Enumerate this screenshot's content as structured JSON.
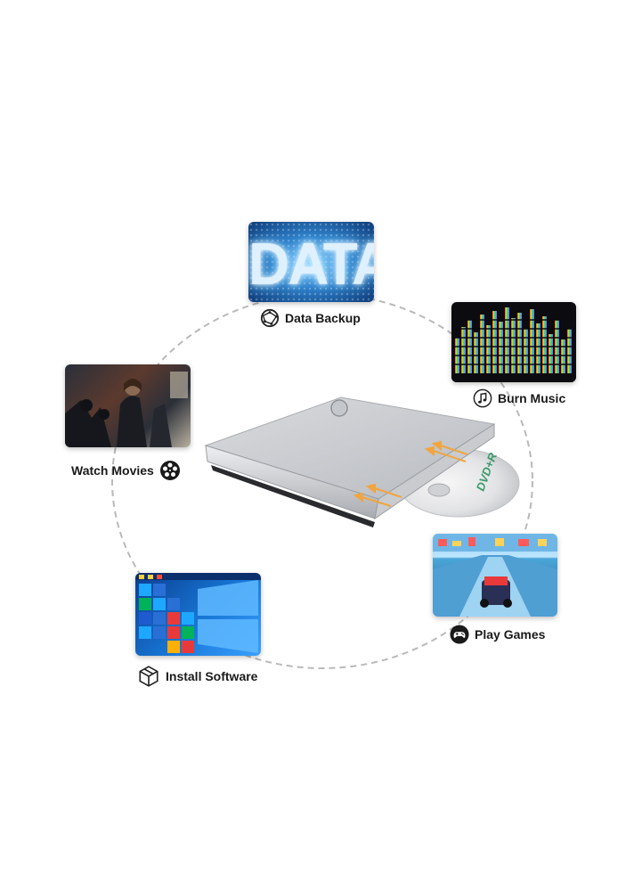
{
  "cards": {
    "data": {
      "image_text": "DATA",
      "label": "Data Backup",
      "icon": "globe-network-icon"
    },
    "music": {
      "label": "Burn Music",
      "icon": "music-note-icon"
    },
    "movies": {
      "label": "Watch Movies",
      "icon": "film-reel-icon"
    },
    "games": {
      "label": "Play Games",
      "icon": "gamepad-icon"
    },
    "software": {
      "label": "Install Software",
      "icon": "package-box-icon"
    }
  },
  "drive": {
    "disc_text": "DVD+R",
    "color": "#c9cbcf",
    "arrow_color": "#f0a540"
  }
}
